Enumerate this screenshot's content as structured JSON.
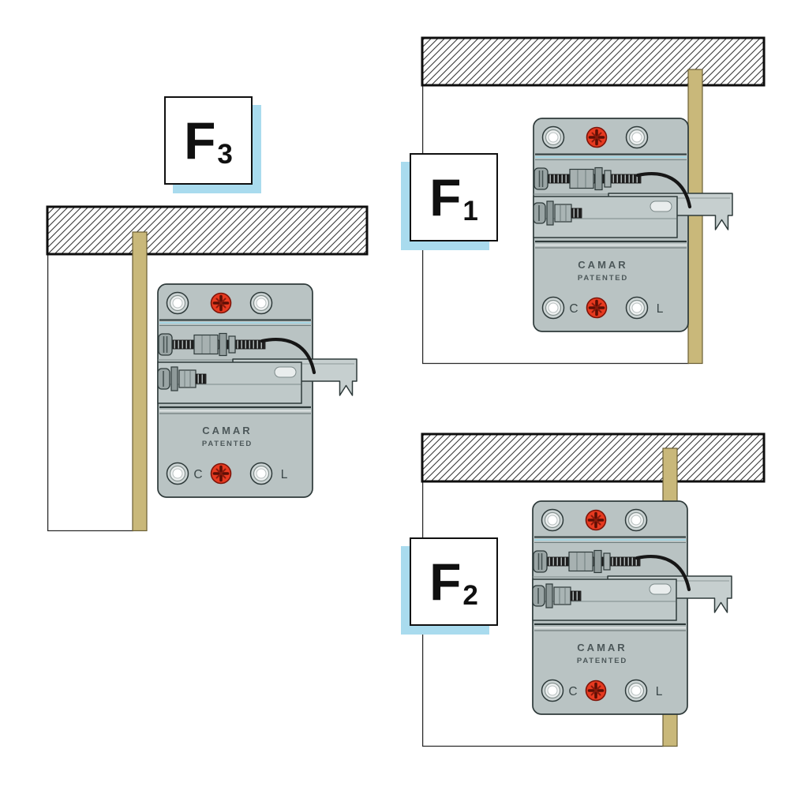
{
  "figures": {
    "f3": {
      "label": "F",
      "sub": "3"
    },
    "f1": {
      "label": "F",
      "sub": "1"
    },
    "f2": {
      "label": "F",
      "sub": "2"
    }
  },
  "bracket": {
    "brand": "CAMAR",
    "patented": "PATENTED",
    "cam_label": "C",
    "lever_label": "L"
  },
  "colors": {
    "panel_wood": "#c9b87a",
    "bracket_body": "#b9c3c3",
    "screw_red": "#e73a20",
    "label_box_shadow": "#a9dbee",
    "hatch_line": "#3a3a3a",
    "accent_cyan_line": "#9fdcee"
  }
}
